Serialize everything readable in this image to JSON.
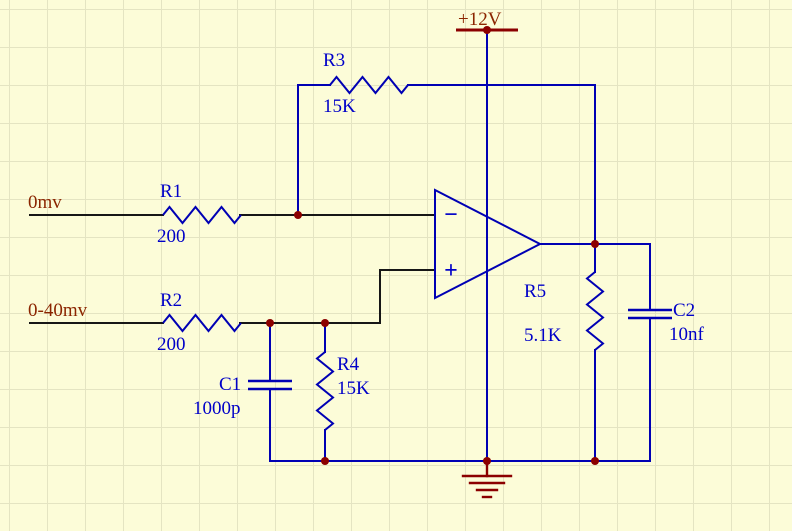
{
  "sheet": {
    "background": "#FCFCD8",
    "grid_color": "#E4E4C2",
    "wire_color": "#0000B4",
    "input_wire_color": "#161616",
    "label_color": "#0000C8",
    "net_label_color": "#8B2500",
    "junction_color": "#8B0000"
  },
  "power": {
    "vcc_label": "+12V"
  },
  "net_labels": {
    "input_top": "0mv",
    "input_bottom": "0-40mv"
  },
  "components": {
    "R1": {
      "designator": "R1",
      "value": "200"
    },
    "R2": {
      "designator": "R2",
      "value": "200"
    },
    "R3": {
      "designator": "R3",
      "value": "15K"
    },
    "R4": {
      "designator": "R4",
      "value": "15K"
    },
    "R5": {
      "designator": "R5",
      "value": "5.1K"
    },
    "C1": {
      "designator": "C1",
      "value": "1000p"
    },
    "C2": {
      "designator": "C2",
      "value": "10nf"
    }
  },
  "opamp": {
    "inverting_input_symbol": "−",
    "noninverting_input_symbol": "+"
  }
}
